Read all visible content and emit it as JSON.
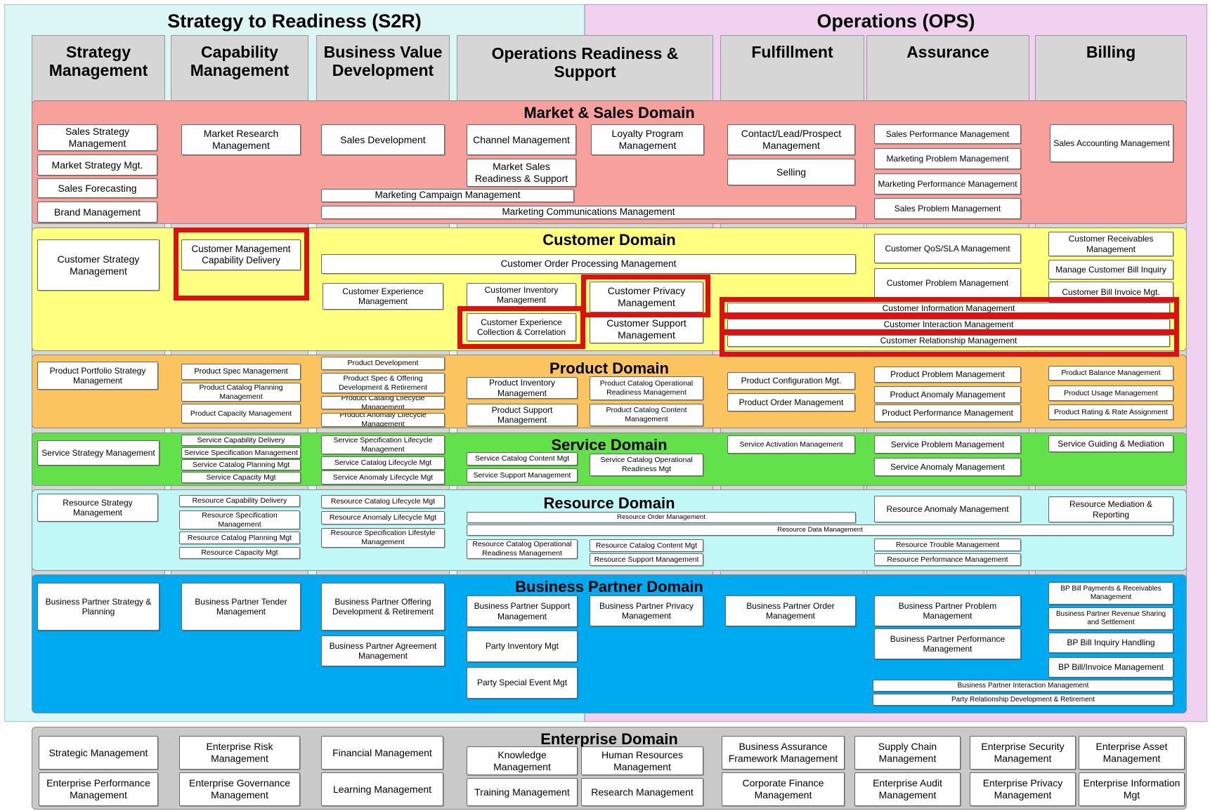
{
  "sections": {
    "s2r": "Strategy to Readiness (S2R)",
    "ops": "Operations (OPS)"
  },
  "columns": [
    "Strategy Management",
    "Capability Management",
    "Business Value Development",
    "Operations Readiness & Support",
    "Fulfillment",
    "Assurance",
    "Billing"
  ],
  "domains": {
    "market": "Market & Sales Domain",
    "customer": "Customer Domain",
    "product": "Product Domain",
    "service": "Service Domain",
    "resource": "Resource Domain",
    "partner": "Business Partner Domain",
    "enterprise": "Enterprise Domain"
  },
  "colors": {
    "s2r_bg": "#dcf6f6",
    "ops_bg": "#f0d2f0",
    "market": "#f8a09c",
    "customer": "#ffff80",
    "product": "#fbc45e",
    "service": "#62e14a",
    "resource": "#c0f8f8",
    "partner": "#00aaf0",
    "enterprise": "#c9c9c9",
    "highlight": "#e01010"
  },
  "processes": {
    "market": [
      "Sales Strategy Management",
      "Market Strategy Mgt.",
      "Sales Forecasting",
      "Brand Management",
      "Market Research Management",
      "Sales Development",
      "Channel Management",
      "Market Sales Readiness & Support",
      "Loyalty Program Management",
      "Marketing Campaign Management",
      "Marketing Communications Management",
      "Contact/Lead/Prospect Management",
      "Selling",
      "Sales Performance Management",
      "Marketing Problem Management",
      "Marketing Performance Management",
      "Sales Problem Management",
      "Sales Accounting Management"
    ],
    "customer": [
      "Customer Strategy Management",
      "Customer Management Capability Delivery",
      "Customer Order Processing Management",
      "Customer Experience Management",
      "Customer Inventory Management",
      "Customer Privacy Management",
      "Customer Experience Collection & Correlation",
      "Customer Support Management",
      "Customer QoS/SLA Management",
      "Customer Problem Management",
      "Customer Receivables Management",
      "Manage Customer Bill Inquiry",
      "Customer Bill Invoice Mgt.",
      "Customer Information Management",
      "Customer Interaction Management",
      "Customer Relationship Management"
    ],
    "product": [
      "Product Portfolio Strategy Management",
      "Product Spec Management",
      "Product Catalog Planning Management",
      "Product Capacity Management",
      "Product Development",
      "Product Spec & Offering Development & Retirement",
      "Product Catalog Lifecycle Management",
      "Product Anomaly Lifecycle Management",
      "Product Inventory Management",
      "Product Support Management",
      "Product Catalog Operational Readiness Management",
      "Product Catalog Content Management",
      "Product Configuration Mgt.",
      "Product Order Management",
      "Product Problem Management",
      "Product Anomaly Management",
      "Product Performance Management",
      "Product Balance Management",
      "Product Usage Management",
      "Product Rating & Rate Assignment"
    ],
    "service": [
      "Service Strategy Management",
      "Service Capability Delivery",
      "Service Specification Management",
      "Service Catalog Planning Mgt",
      "Service Capacity Mgt",
      "Service Specification Lifecycle Management",
      "Service Catalog Lifecycle Mgt",
      "Service Anomaly Lifecycle Mgt",
      "Service Catalog Content Mgt",
      "Service Support Management",
      "Service Catalog Operational Readiness Mgt",
      "Service Activation Management",
      "Service Problem Management",
      "Service Anomaly Management",
      "Service Guiding & Mediation"
    ],
    "resource": [
      "Resource Strategy Management",
      "Resource Capability Delivery",
      "Resource Specification Management",
      "Resource Catalog Planning Mgt",
      "Resource Capacity Mgt",
      "Resource Catalog Lifecycle Mgt",
      "Resource Anomaly Lifecycle Mgt",
      "Resource Specification Lifestyle Management",
      "Resource Order Management",
      "Resource Data Management",
      "Resource Catalog Operational Readiness Management",
      "Resource Catalog Content Mgt",
      "Resource Support Management",
      "Resource Anomaly Management",
      "Resource Trouble Management",
      "Resource Performance Management",
      "Resource Mediation & Reporting"
    ],
    "partner": [
      "Business Partner Strategy & Planning",
      "Business Partner Tender Management",
      "Business Partner Offering Development & Retirement",
      "Business Partner Agreement Management",
      "Business Partner Support Management",
      "Party Inventory Mgt",
      "Party Special Event Mgt",
      "Business Partner Privacy Management",
      "Business Partner Order Management",
      "Business Partner Problem Management",
      "Business Partner Performance Management",
      "BP Bill Payments & Receivables Management",
      "Business Partner Revenue Sharing and Settlement",
      "BP Bill Inquiry Handling",
      "BP Bill/Invoice Management",
      "Business Partner Interaction Management",
      "Party Relationship Development & Retirement"
    ],
    "enterprise": [
      "Strategic Management",
      "Enterprise Performance Management",
      "Enterprise Risk Management",
      "Enterprise Governance Management",
      "Financial Management",
      "Learning Management",
      "Knowledge Management",
      "Training Management",
      "Human Resources Management",
      "Research Management",
      "Business Assurance Framework Management",
      "Corporate Finance Management",
      "Supply Chain Management",
      "Enterprise Audit Management",
      "Enterprise Security Management",
      "Enterprise Privacy Management",
      "Enterprise Asset Management",
      "Enterprise Information Mgt"
    ]
  }
}
